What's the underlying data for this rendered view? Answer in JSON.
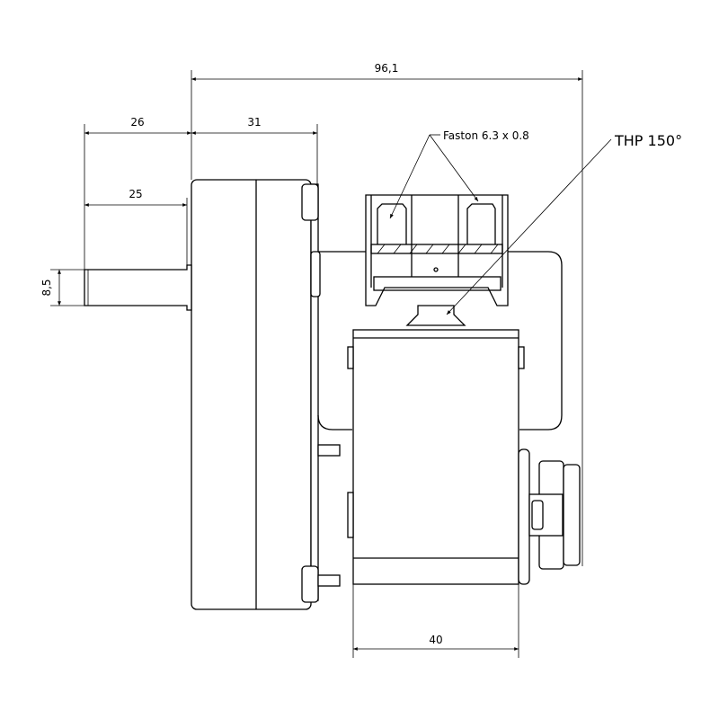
{
  "drawing": {
    "dimensions": {
      "overall_width": "96,1",
      "shaft_length": "26",
      "housing_depth": "31",
      "shaft_usable": "25",
      "shaft_diameter": "8,5",
      "motor_width": "40"
    },
    "annotations": {
      "faston": "Faston 6.3 x 0.8",
      "thermostat": "THP 150°"
    }
  }
}
